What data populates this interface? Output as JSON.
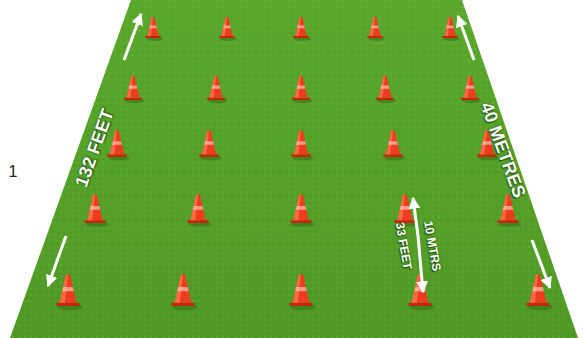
{
  "diagram": {
    "labels": [
      "1",
      "132 FEET",
      "40 METRES",
      "10 MTRS",
      "33 FEET"
    ]
  }
}
